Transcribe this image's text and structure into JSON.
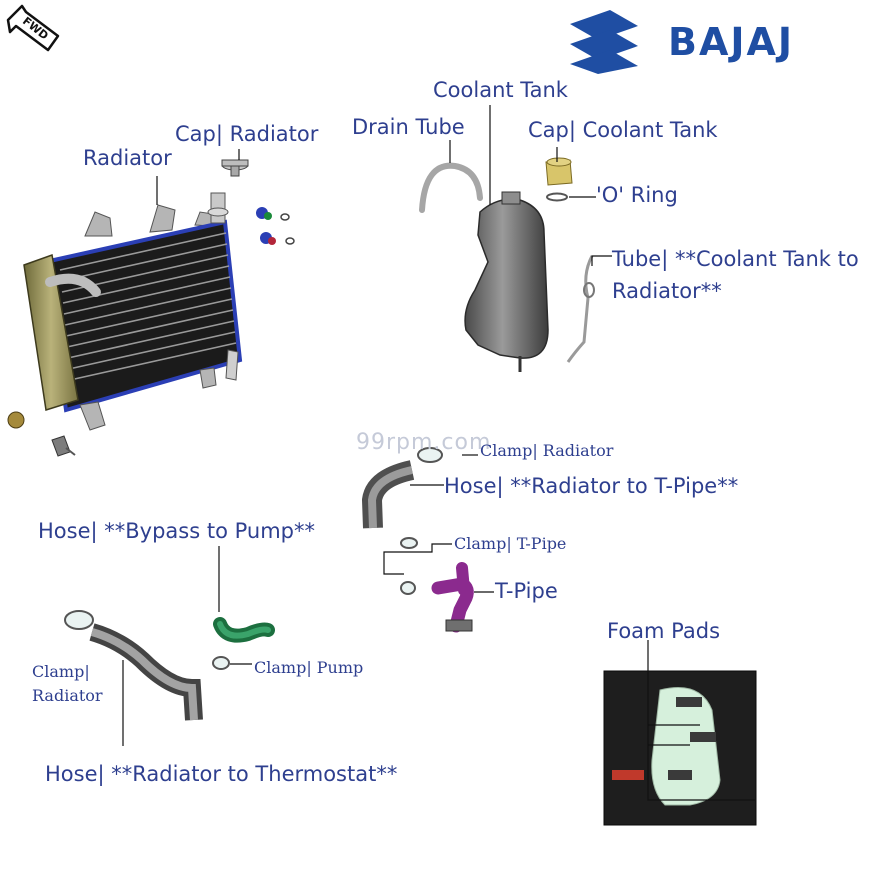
{
  "brand": {
    "name": "BAJAJ",
    "color": "#1f4ea3"
  },
  "watermark": "99rpm.com",
  "fwd_label": "FWD",
  "label_color": "#2e3f8f",
  "labels": {
    "radiator": "Radiator",
    "cap_radiator": "Cap| Radiator",
    "drain_tube": "Drain Tube",
    "coolant_tank": "Coolant Tank",
    "cap_coolant_tank": "Cap| Coolant Tank",
    "o_ring": "'O' Ring",
    "tube_tank_radiator": "Tube| **Coolant Tank to Radiator**",
    "clamp_radiator_top": "Clamp| Radiator",
    "hose_radiator_tpipe": "Hose| **Radiator to T-Pipe**",
    "clamp_tpipe": "Clamp| T-Pipe",
    "tpipe": "T-Pipe",
    "hose_bypass_pump": "Hose| **Bypass to Pump**",
    "clamp_pump": "Clamp| Pump",
    "clamp_radiator_left": "Clamp| Radiator",
    "hose_radiator_thermostat": "Hose| **Radiator to Thermostat**",
    "foam_pads": "Foam Pads"
  }
}
